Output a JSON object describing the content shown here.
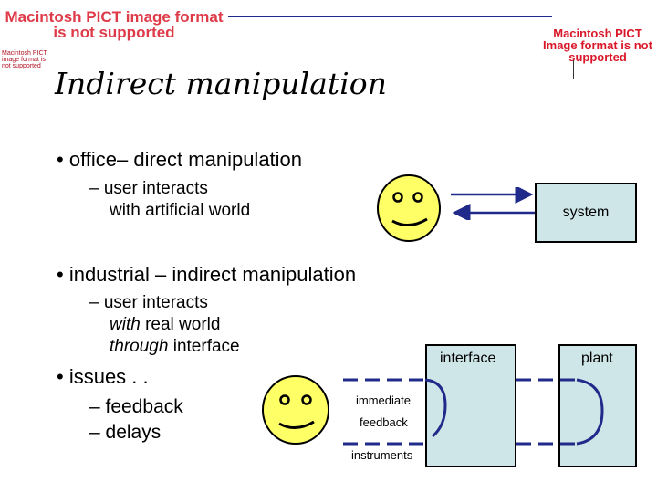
{
  "watermark": {
    "top_left": "Macintosh PICT image format is not supported",
    "top_right": "Macintosh PICT Image format is not supported",
    "side_small": "Macintosh PICT image format is not supported"
  },
  "title": "Indirect manipulation",
  "bullets": {
    "office": "office– direct manipulation",
    "office_sub": [
      "– user interacts",
      "with artificial world"
    ],
    "industrial": "industrial – indirect manipulation",
    "industrial_sub": {
      "line1": "– user interacts",
      "line2_em": "with",
      "line2_rest": " real world",
      "line3_em": "through",
      "line3_rest": " interface"
    },
    "issues": "issues . .",
    "issues_sub": [
      "– feedback",
      "– delays"
    ]
  },
  "diagram": {
    "system_label": "system",
    "interface_label": "interface",
    "plant_label": "plant",
    "immediate_label": "immediate",
    "feedback_label": "feedback",
    "instruments_label": "instruments"
  },
  "colors": {
    "face_fill": "#ffff66",
    "box_fill": "#cfe6e8",
    "arrow_color": "#1f2a8a",
    "watermark_red": "#d9192a"
  }
}
